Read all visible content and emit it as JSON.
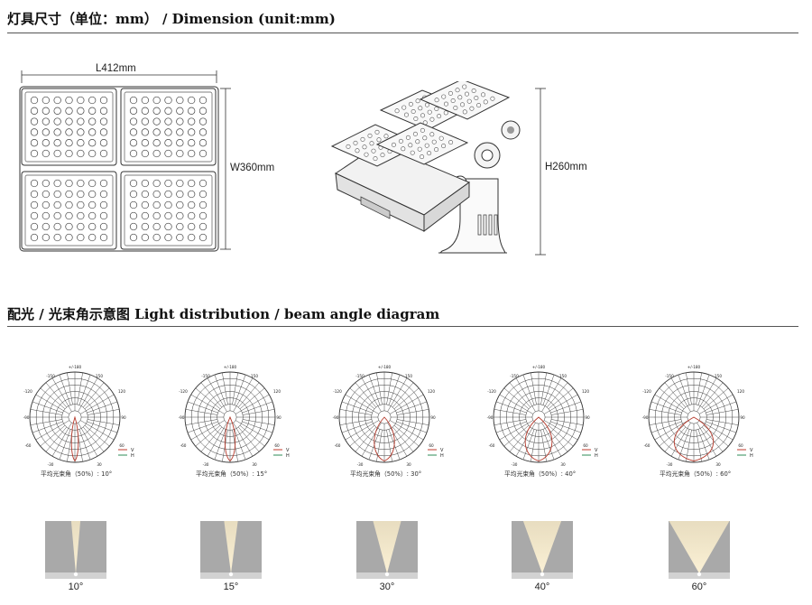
{
  "sections": {
    "dimension_title": "灯具尺寸（单位：mm） / Dimension (unit:mm)",
    "light_title": "配光 / 光束角示意图   Light distribution / beam angle diagram"
  },
  "dimensions": {
    "length": "L412mm",
    "width": "W360mm",
    "height": "H260mm"
  },
  "polar": {
    "angle_labels": [
      "+/-180",
      "-150",
      "150",
      "-120",
      "120",
      "-90",
      "90",
      "-60",
      "60",
      "-30",
      "30"
    ],
    "legend_v": "V",
    "legend_h": "H",
    "legend_v_color": "#c0392b",
    "legend_h_color": "#2e8b57"
  },
  "diagrams": [
    {
      "caption": "平均光束角（50%）: 10°",
      "beam_label": "10°",
      "angle": 10
    },
    {
      "caption": "平均光束角（50%）: 15°",
      "beam_label": "15°",
      "angle": 15
    },
    {
      "caption": "平均光束角（50%）: 30°",
      "beam_label": "30°",
      "angle": 30
    },
    {
      "caption": "平均光束角（50%）: 40°",
      "beam_label": "40°",
      "angle": 40
    },
    {
      "caption": "平均光束角（50%）: 60°",
      "beam_label": "60°",
      "angle": 60
    }
  ],
  "colors": {
    "beam_bg": "#a9a9a9",
    "beam_light": "#f3e6c4",
    "curve": "#b5392b"
  }
}
